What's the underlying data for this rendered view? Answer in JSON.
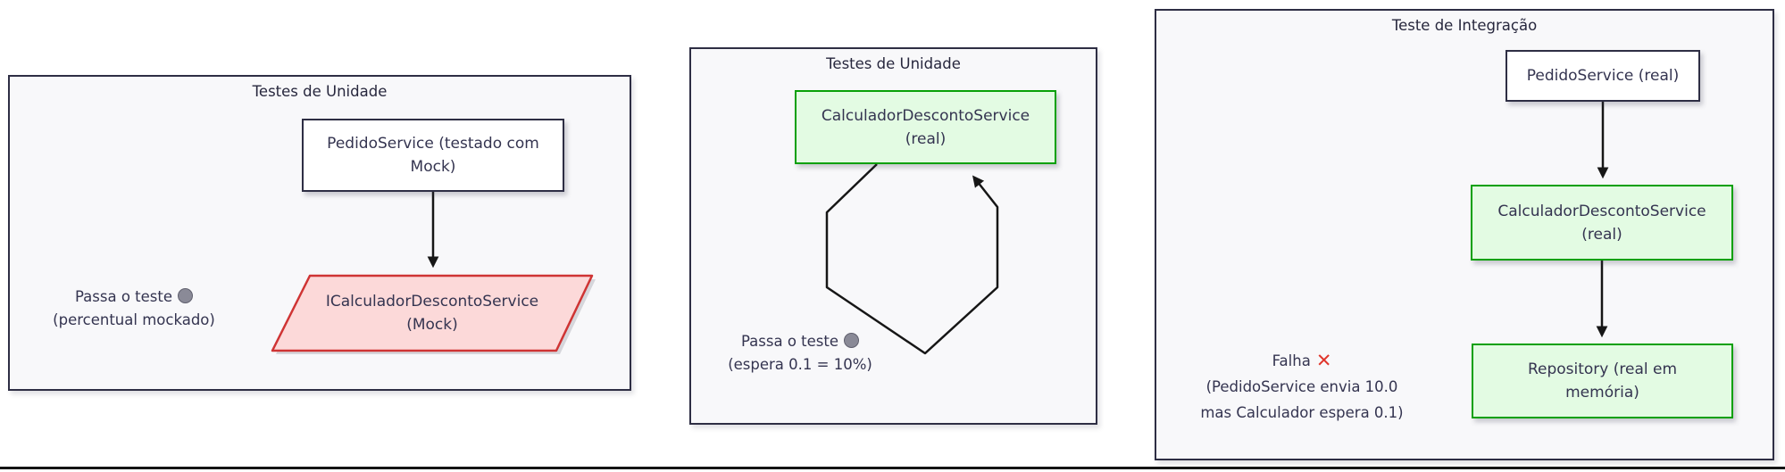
{
  "panel1": {
    "title": "Testes de Unidade",
    "node_pedido": {
      "line1": "PedidoService (testado com",
      "line2": "Mock)"
    },
    "node_mock": {
      "line1": "ICalculadorDescontoService",
      "line2": "(Mock)"
    },
    "note": {
      "line1": "Passa o teste",
      "line2": "(percentual mockado)"
    }
  },
  "panel2": {
    "title": "Testes de Unidade",
    "node_calc": {
      "line1": "CalculadorDescontoService",
      "line2": "(real)"
    },
    "note": {
      "line1": "Passa o teste",
      "line2": "(espera 0.1 = 10%)"
    }
  },
  "panel3": {
    "title": "Teste de Integração",
    "node_pedido": {
      "line1": "PedidoService (real)"
    },
    "node_calc": {
      "line1": "CalculadorDescontoService",
      "line2": "(real)"
    },
    "node_repo": {
      "line1": "Repository (real em",
      "line2": "memória)"
    },
    "note": {
      "line1": "Falha",
      "line2": "(PedidoService envia 10.0",
      "line3": "mas Calculador espera 0.1)"
    }
  },
  "icons": {
    "pass_icon": "gray-circle",
    "fail_icon": "red-x",
    "fail_glyph": "✕"
  },
  "colors": {
    "panel_fill": "#f8f8fa",
    "panel_border": "#2e2e44",
    "node_white_fill": "#ffffff",
    "node_green_fill": "#e3fbe3",
    "node_green_border": "#07a007",
    "parallelogram_fill": "#fcd9d9",
    "parallelogram_border": "#cf3434",
    "edge_color": "#161616",
    "text_color": "#343450",
    "pass_dot": "#8a8a97",
    "fail_x": "#e0352b",
    "bottom_rule": "#141414"
  }
}
